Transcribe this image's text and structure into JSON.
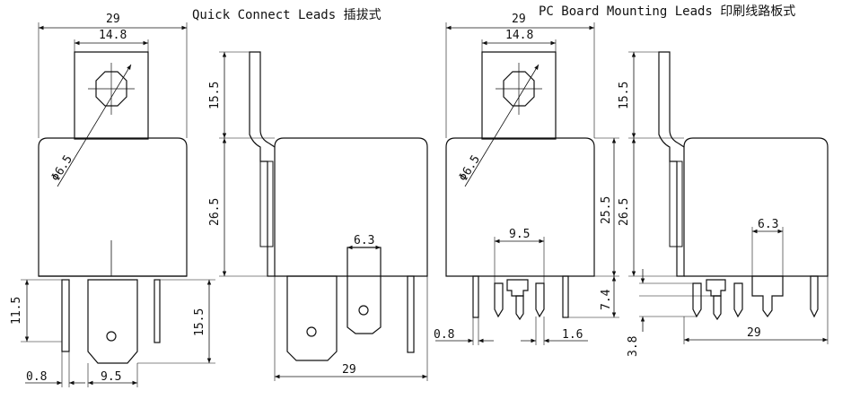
{
  "captions": {
    "left": "Quick Connect Leads 插拔式",
    "right": "PC Board Mounting Leads 印刷线路板式"
  },
  "dims": {
    "width_29": "29",
    "bracket_14_8": "14.8",
    "hole_phi": "Φ6.5",
    "bracket_h_15_5": "15.5",
    "body_h_26_5": "26.5",
    "body_h_25_5": "25.5",
    "tab_6_3": "6.3",
    "lead_11_5": "11.5",
    "lead_15_5": "15.5",
    "pin_0_8": "0.8",
    "spacing_9_5": "9.5",
    "pin_7_4": "7.4",
    "pin_1_6": "1.6",
    "pin_3_8": "3.8"
  },
  "colors": {
    "ink": "#111111",
    "background": "#ffffff"
  }
}
